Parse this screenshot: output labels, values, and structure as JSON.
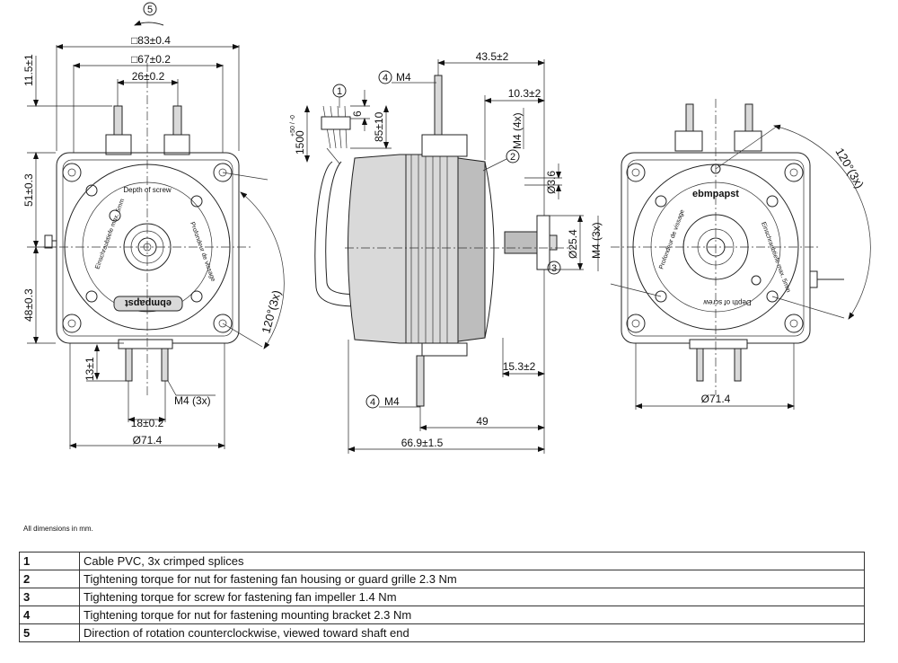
{
  "dimensions": {
    "sq83": "□83±0.4",
    "sq67": "□67±0.2",
    "d26": "26±0.2",
    "d11_5": "11.5±1",
    "d51": "51±0.3",
    "d48": "48±0.3",
    "d13": "13±1",
    "m4_3x": "M4 (3x)",
    "d18": "18±0.2",
    "dia71_left": "Ø71.4",
    "m4_top": "M4",
    "d43_5": "43.5±2",
    "d10_3": "10.3±2",
    "d6": "6",
    "d85": "85±10",
    "d1500": "1500",
    "d1500_tol": "+50 / -0",
    "m4_4x": "M4 (4x)",
    "dia3_6": "Ø3.6",
    "dia25_4": "Ø25.4",
    "m4_3x_v": "M4 (3x)",
    "d15_3": "15.3±2",
    "m4_bottom": "M4",
    "d49": "49",
    "d66_9": "66.9±1.5",
    "dia71_right": "Ø71.4",
    "angle_left": "120°(3x)",
    "angle_right": "120°(3x)"
  },
  "callouts": {
    "c1": "1",
    "c2": "2",
    "c3": "3",
    "c4_top": "4",
    "c4_bottom": "4",
    "c5": "5"
  },
  "labels": {
    "depth_screw_en": "Depth of screw",
    "depth_screw_de": "Einschraubtiefe max. 5mm",
    "depth_screw_fr": "Profondeur de vissage",
    "brand_left": "ebmpapst",
    "brand_right": "ebmpapst"
  },
  "note": "All dimensions in mm.",
  "legend": [
    {
      "num": "1",
      "text": "Cable PVC, 3x crimped splices"
    },
    {
      "num": "2",
      "text": "Tightening torque for nut for fastening fan housing or guard grille 2.3 Nm"
    },
    {
      "num": "3",
      "text": "Tightening torque for screw for fastening fan impeller 1.4 Nm"
    },
    {
      "num": "4",
      "text": "Tightening torque for nut for fastening mounting bracket 2.3 Nm"
    },
    {
      "num": "5",
      "text": "Direction of rotation counterclockwise, viewed toward shaft end"
    }
  ]
}
